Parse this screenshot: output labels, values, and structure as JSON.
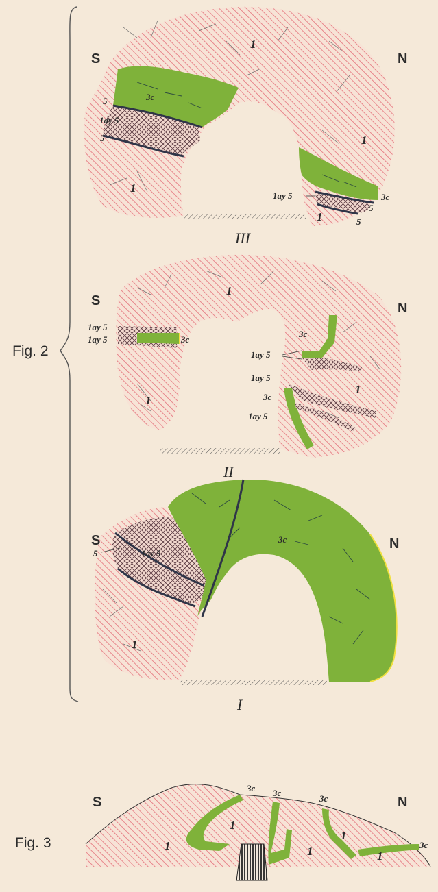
{
  "figure2": {
    "label": "Fig. 2",
    "sections": [
      {
        "numeral": "III",
        "south": "S",
        "north": "N",
        "labels": [
          "1",
          "1",
          "1",
          "1",
          "3c",
          "3c",
          "5",
          "5",
          "1ay 5",
          "1ay 5",
          "5",
          "5"
        ]
      },
      {
        "numeral": "II",
        "south": "S",
        "north": "N",
        "labels": [
          "1",
          "1",
          "1",
          "1ay 5",
          "1ay 5",
          "3c",
          "3c",
          "1ay 5",
          "1ay 5",
          "3c",
          "1ay 5"
        ]
      },
      {
        "numeral": "I",
        "south": "S",
        "north": "N",
        "labels": [
          "5",
          "1ay 5",
          "3c",
          "1"
        ]
      }
    ]
  },
  "figure3": {
    "label": "Fig. 3",
    "south": "S",
    "north": "N",
    "labels": [
      "3c",
      "3c",
      "3c",
      "3c",
      "1",
      "1",
      "1",
      "1",
      "1"
    ]
  },
  "colors": {
    "background": "#f5e9d9",
    "rock_hatch": "#e4707a",
    "green_vein": "#7fb23a",
    "seam": "#2f3548",
    "yellow_edge": "#f0e040"
  }
}
